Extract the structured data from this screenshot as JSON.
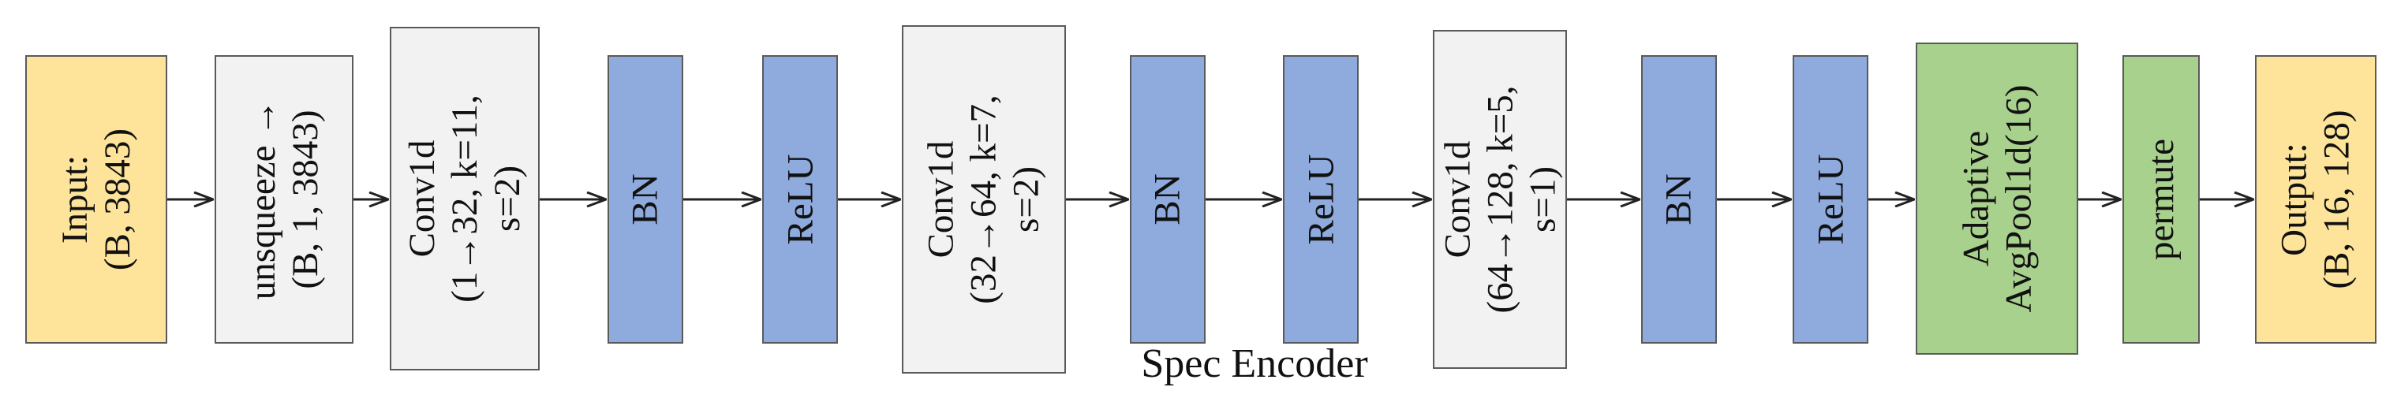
{
  "blocks": [
    {
      "id": "input",
      "color": "#fde49a",
      "lines": [
        "Input:",
        "(B, 3843)"
      ]
    },
    {
      "id": "unsqueeze",
      "color": "#f2f2f2",
      "lines": [
        "unsqueeze →",
        "(B, 1, 3843)"
      ]
    },
    {
      "id": "conv1",
      "color": "#f2f2f2",
      "lines": [
        "Conv1d",
        "(1→32, k=11,",
        "s=2)"
      ]
    },
    {
      "id": "bn1",
      "color": "#8faadc",
      "lines": [
        "BN"
      ]
    },
    {
      "id": "relu1",
      "color": "#8faadc",
      "lines": [
        "ReLU"
      ]
    },
    {
      "id": "conv2",
      "color": "#f2f2f2",
      "lines": [
        "Conv1d",
        "(32→64, k=7,",
        "s=2)"
      ]
    },
    {
      "id": "bn2",
      "color": "#8faadc",
      "lines": [
        "BN"
      ]
    },
    {
      "id": "relu2",
      "color": "#8faadc",
      "lines": [
        "ReLU"
      ]
    },
    {
      "id": "conv3",
      "color": "#f2f2f2",
      "lines": [
        "Conv1d",
        "(64→128, k=5,",
        "s=1)"
      ]
    },
    {
      "id": "bn3",
      "color": "#8faadc",
      "lines": [
        "BN"
      ]
    },
    {
      "id": "relu3",
      "color": "#8faadc",
      "lines": [
        "ReLU"
      ]
    },
    {
      "id": "pool",
      "color": "#a9d18e",
      "lines": [
        "Adaptive",
        "AvgPool1d(16)"
      ]
    },
    {
      "id": "permute",
      "color": "#a9d18e",
      "lines": [
        "permute"
      ]
    },
    {
      "id": "output",
      "color": "#fde49a",
      "lines": [
        "Output:",
        "(B, 16, 128)"
      ]
    }
  ],
  "caption": "Spec Encoder"
}
